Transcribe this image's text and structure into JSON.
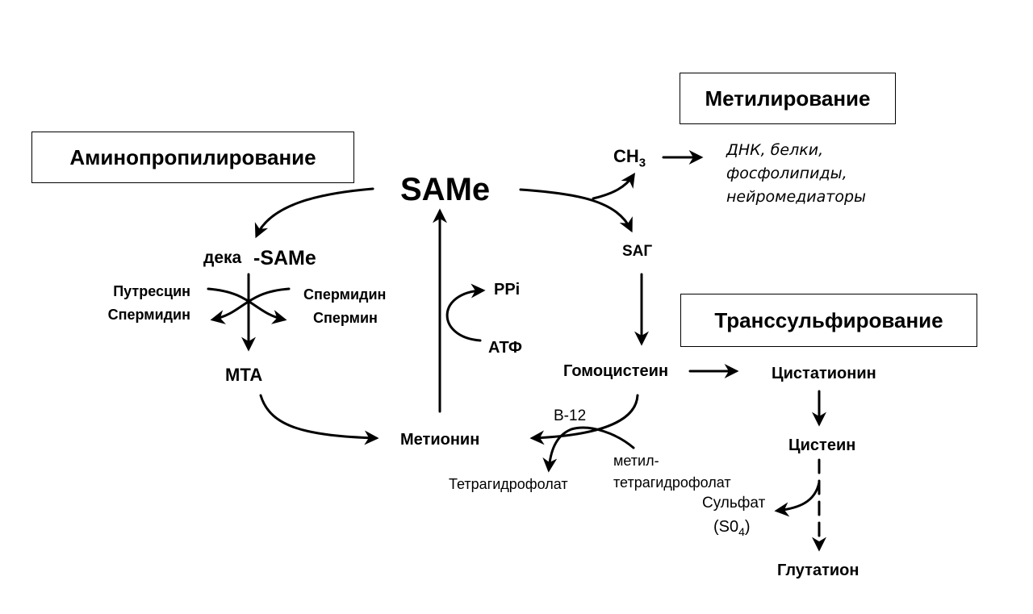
{
  "boxes": {
    "aminopropylation": "Аминопропилирование",
    "methylation": "Метилирование",
    "transsulfuration": "Транссульфирование"
  },
  "nodes": {
    "same": "SAMe",
    "deca": "дека",
    "deca_same": "-SAMe",
    "ch3": "CH",
    "ch3_sub": "3",
    "sag": "SAГ",
    "homocysteine": "Гомоцистеин",
    "cystathionine": "Цистатионин",
    "cysteine": "Цистеин",
    "glutathione": "Глутатион",
    "methionine": "Метионин",
    "mta": "МТА",
    "ppi": "PPi",
    "atf": "АТФ",
    "b12": "B-12",
    "thf": "Тетрагидрофолат",
    "methyl_line1": "метил-",
    "methyl_line2": "тетрагидрофолат",
    "sulfate": "Сульфат",
    "so4": "(S0",
    "so4_sub": "4",
    "so4_close": ")"
  },
  "left_inputs": {
    "line1": "Путресцин",
    "line2": "Спермидин"
  },
  "right_outputs": {
    "line1": "Спермидин",
    "line2": "Спермин"
  },
  "methylation_targets": {
    "line1": "ДНК, белки,",
    "line2": "фосфолипиды,",
    "line3": "нейромедиаторы"
  }
}
